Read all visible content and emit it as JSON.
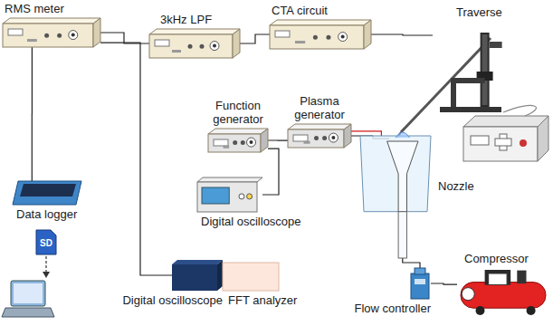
{
  "diagram": {
    "nodes": [
      {
        "text": [
          "RMS meter"
        ]
      },
      {
        "text": [
          "3kHz LPF"
        ]
      },
      {
        "text": [
          "CTA circuit"
        ]
      },
      {
        "text": [
          "Traverse"
        ]
      },
      {
        "text": [
          "Function generator"
        ]
      },
      {
        "text": [
          "Plasma generator"
        ]
      },
      {
        "text": [
          "Digital oscilloscope"
        ]
      },
      {
        "text": [
          "Nozzle"
        ]
      },
      {
        "text": [
          "Data logger"
        ]
      },
      {
        "text": [
          "SD"
        ]
      },
      {
        "text": [
          "Compressor"
        ]
      },
      {
        "text": [
          "Digital oscilloscope"
        ]
      },
      {
        "text": [
          "FFT analyzer"
        ]
      },
      {
        "text": [
          "Flow controller"
        ]
      }
    ],
    "edges": [
      {
        "from": 0,
        "to": 1,
        "arrow": "none"
      },
      {
        "from": 1,
        "to": 2,
        "arrow": "none"
      },
      {
        "from": 2,
        "to": 3,
        "arrow": "none"
      },
      {
        "from": 0,
        "to": 8,
        "arrow": "none"
      },
      {
        "from": 0,
        "to": 11,
        "arrow": "none"
      },
      {
        "from": 4,
        "to": 5,
        "arrow": "none"
      },
      {
        "from": 4,
        "to": 6,
        "arrow": "none"
      },
      {
        "from": 5,
        "to": 7,
        "arrow": "none"
      },
      {
        "from": 7,
        "to": 13,
        "arrow": "none"
      },
      {
        "from": 13,
        "to": 10,
        "arrow": "none"
      }
    ]
  }
}
